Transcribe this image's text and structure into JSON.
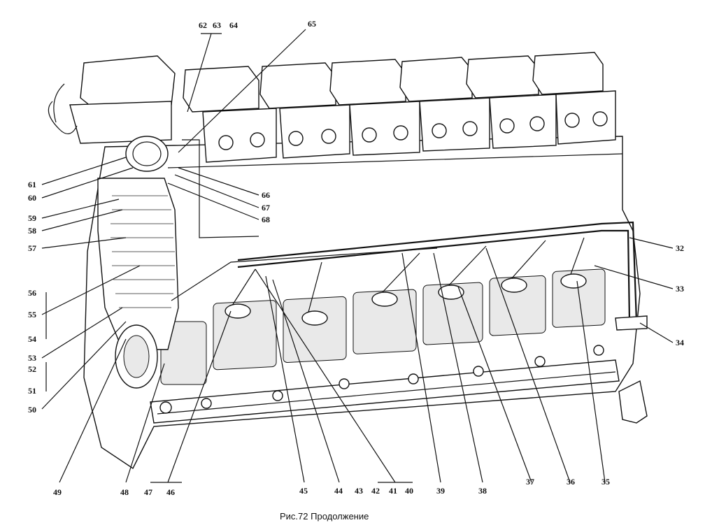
{
  "caption": "Рис.72 Продолжение",
  "callouts": [
    {
      "id": "c62",
      "text": "62"
    },
    {
      "id": "c63",
      "text": "63"
    },
    {
      "id": "c64",
      "text": "64"
    },
    {
      "id": "c65",
      "text": "65"
    },
    {
      "id": "c61",
      "text": "61"
    },
    {
      "id": "c60",
      "text": "60"
    },
    {
      "id": "c59",
      "text": "59"
    },
    {
      "id": "c58",
      "text": "58"
    },
    {
      "id": "c57",
      "text": "57"
    },
    {
      "id": "c56",
      "text": "56"
    },
    {
      "id": "c55",
      "text": "55"
    },
    {
      "id": "c54",
      "text": "54"
    },
    {
      "id": "c53",
      "text": "53"
    },
    {
      "id": "c52",
      "text": "52"
    },
    {
      "id": "c51",
      "text": "51"
    },
    {
      "id": "c50",
      "text": "50"
    },
    {
      "id": "c66",
      "text": "66"
    },
    {
      "id": "c67",
      "text": "67"
    },
    {
      "id": "c68",
      "text": "68"
    },
    {
      "id": "c32",
      "text": "32"
    },
    {
      "id": "c33",
      "text": "33"
    },
    {
      "id": "c34",
      "text": "34"
    },
    {
      "id": "c49",
      "text": "49"
    },
    {
      "id": "c48",
      "text": "48"
    },
    {
      "id": "c47",
      "text": "47"
    },
    {
      "id": "c46",
      "text": "46"
    },
    {
      "id": "c45",
      "text": "45"
    },
    {
      "id": "c44",
      "text": "44"
    },
    {
      "id": "c43",
      "text": "43"
    },
    {
      "id": "c42",
      "text": "42"
    },
    {
      "id": "c41",
      "text": "41"
    },
    {
      "id": "c40",
      "text": "40"
    },
    {
      "id": "c39",
      "text": "39"
    },
    {
      "id": "c38",
      "text": "38"
    },
    {
      "id": "c37",
      "text": "37"
    },
    {
      "id": "c36",
      "text": "36"
    },
    {
      "id": "c35",
      "text": "35"
    }
  ]
}
